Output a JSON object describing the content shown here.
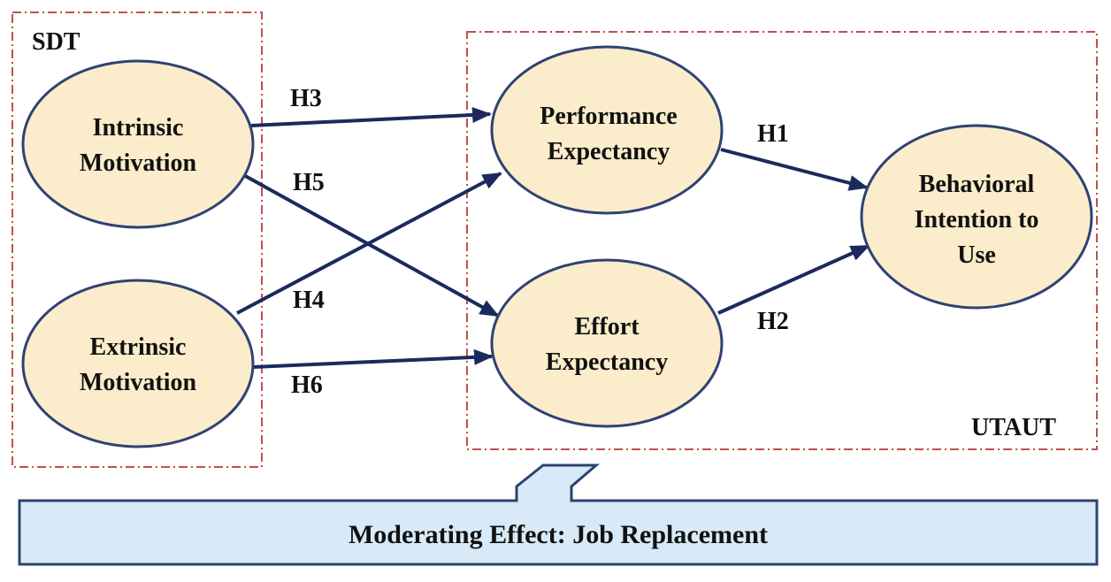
{
  "groups": {
    "sdt": "SDT",
    "utaut": "UTAUT"
  },
  "nodes": {
    "intrinsic_motivation": [
      "Intrinsic",
      "Motivation"
    ],
    "extrinsic_motivation": [
      "Extrinsic",
      "Motivation"
    ],
    "performance_expectancy": [
      "Performance",
      "Expectancy"
    ],
    "effort_expectancy": [
      "Effort",
      "Expectancy"
    ],
    "behavioral_intention": [
      "Behavioral",
      "Intention to",
      "Use"
    ]
  },
  "edges": [
    {
      "label": "H1",
      "from": "Performance Expectancy",
      "to": "Behavioral Intention to Use"
    },
    {
      "label": "H2",
      "from": "Effort Expectancy",
      "to": "Behavioral Intention to Use"
    },
    {
      "label": "H3",
      "from": "Intrinsic Motivation",
      "to": "Performance Expectancy"
    },
    {
      "label": "H4",
      "from": "Extrinsic Motivation",
      "to": "Performance Expectancy"
    },
    {
      "label": "H5",
      "from": "Intrinsic Motivation",
      "to": "Effort Expectancy"
    },
    {
      "label": "H6",
      "from": "Extrinsic Motivation",
      "to": "Effort Expectancy"
    }
  ],
  "moderator": {
    "label": "Moderating Effect: Job Replacement"
  },
  "colors": {
    "node_fill": "#fbeccb",
    "node_stroke": "#2e4372",
    "arrow": "#1b2a5e",
    "group_border": "#c0504d",
    "moderator_fill": "#d8eaf8",
    "moderator_stroke": "#2e4372"
  }
}
